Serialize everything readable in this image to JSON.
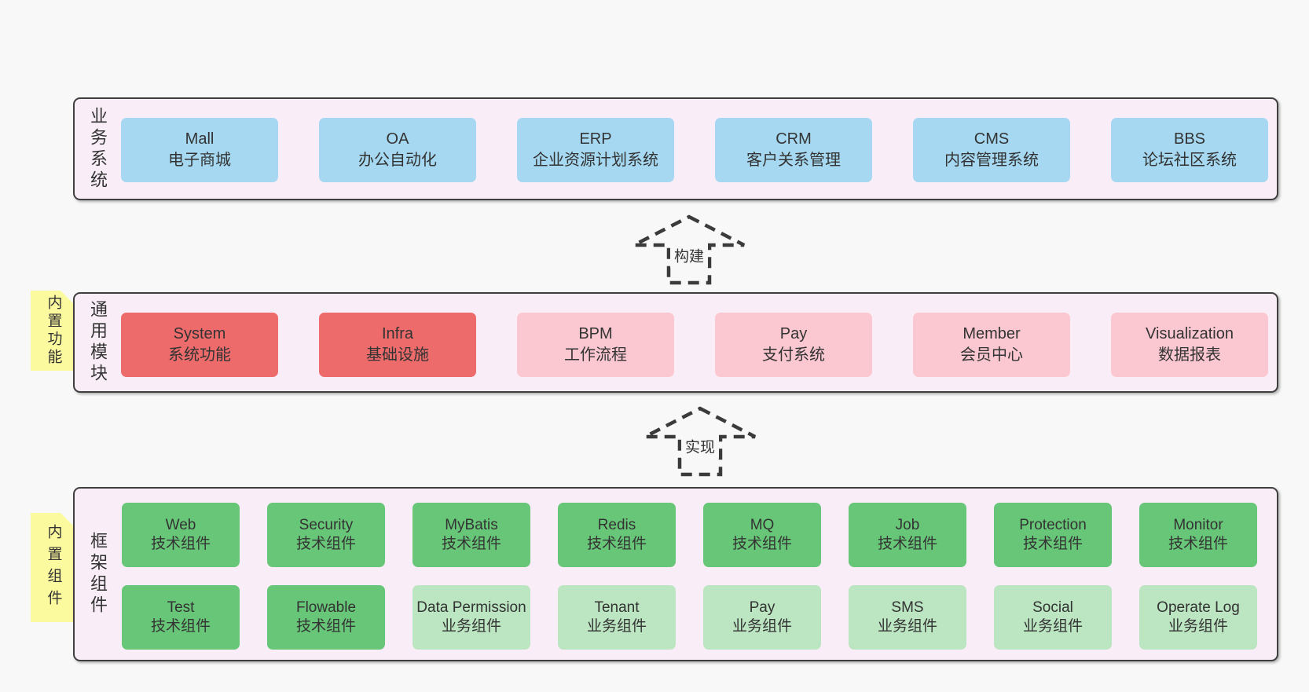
{
  "colors": {
    "page_bg": "#f8f8f8",
    "layer_bg": "#f9eef7",
    "layer_border": "#3f3f3f",
    "blue_box": "#a6d9f1",
    "red_box": "#ee6b6c",
    "pink_box": "#fbc8d2",
    "green_box": "#68c678",
    "light_green_box": "#bce5c2",
    "note_bg": "#fcfa9e",
    "note_fold": "#bfbfbf",
    "arrow_stroke": "#3b3b3b",
    "text": "#333333"
  },
  "layers": {
    "business": {
      "label": "业务系统",
      "boxes": [
        {
          "title": "Mall",
          "subtitle": "电子商城"
        },
        {
          "title": "OA",
          "subtitle": "办公自动化"
        },
        {
          "title": "ERP",
          "subtitle": "企业资源计划系统"
        },
        {
          "title": "CRM",
          "subtitle": "客户关系管理"
        },
        {
          "title": "CMS",
          "subtitle": "内容管理系统"
        },
        {
          "title": "BBS",
          "subtitle": "论坛社区系统"
        }
      ]
    },
    "modules": {
      "label": "通用模块",
      "note": "内置功能",
      "boxes": [
        {
          "title": "System",
          "subtitle": "系统功能"
        },
        {
          "title": "Infra",
          "subtitle": "基础设施"
        },
        {
          "title": "BPM",
          "subtitle": "工作流程"
        },
        {
          "title": "Pay",
          "subtitle": "支付系统"
        },
        {
          "title": "Member",
          "subtitle": "会员中心"
        },
        {
          "title": "Visualization",
          "subtitle": "数据报表"
        }
      ]
    },
    "components": {
      "label": "框架组件",
      "note": "内置组件",
      "row1": [
        {
          "title": "Web",
          "subtitle": "技术组件"
        },
        {
          "title": "Security",
          "subtitle": "技术组件"
        },
        {
          "title": "MyBatis",
          "subtitle": "技术组件"
        },
        {
          "title": "Redis",
          "subtitle": "技术组件"
        },
        {
          "title": "MQ",
          "subtitle": "技术组件"
        },
        {
          "title": "Job",
          "subtitle": "技术组件"
        },
        {
          "title": "Protection",
          "subtitle": "技术组件"
        },
        {
          "title": "Monitor",
          "subtitle": "技术组件"
        }
      ],
      "row2": [
        {
          "title": "Test",
          "subtitle": "技术组件"
        },
        {
          "title": "Flowable",
          "subtitle": "技术组件"
        },
        {
          "title": "Data Permission",
          "subtitle": "业务组件"
        },
        {
          "title": "Tenant",
          "subtitle": "业务组件"
        },
        {
          "title": "Pay",
          "subtitle": "业务组件"
        },
        {
          "title": "SMS",
          "subtitle": "业务组件"
        },
        {
          "title": "Social",
          "subtitle": "业务组件"
        },
        {
          "title": "Operate Log",
          "subtitle": "业务组件"
        }
      ]
    }
  },
  "arrows": {
    "build": {
      "label": "构建"
    },
    "implement": {
      "label": "实现"
    }
  }
}
